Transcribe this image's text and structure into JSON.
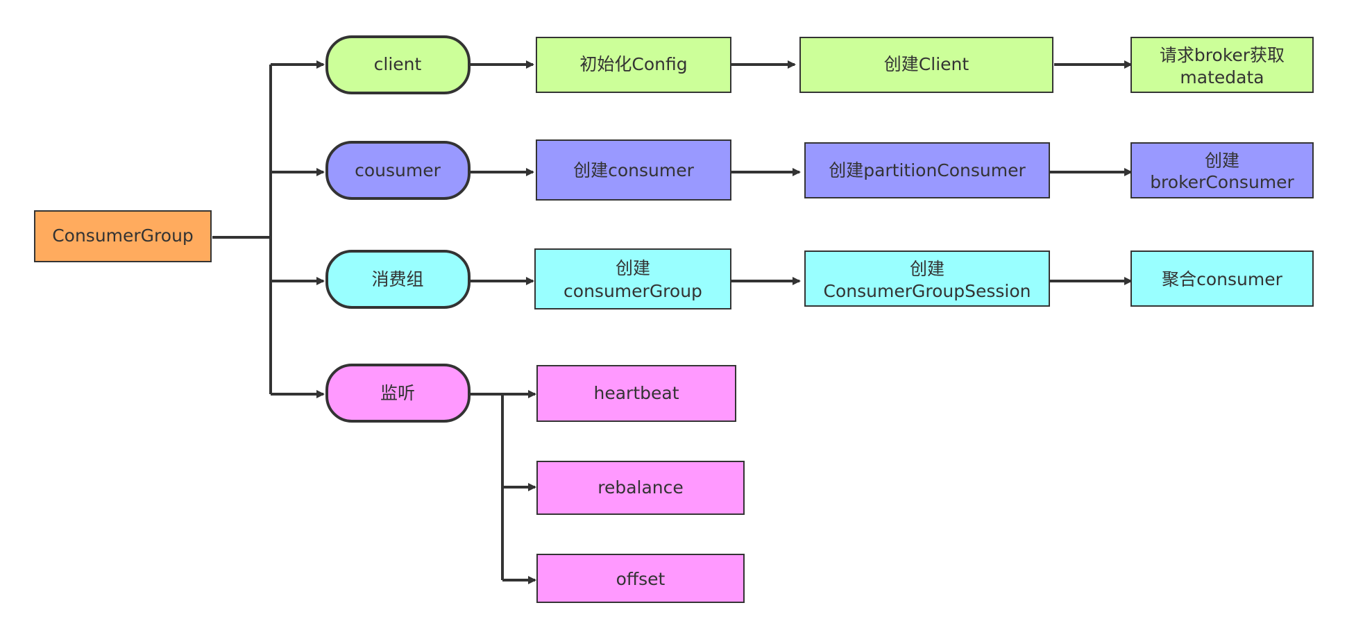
{
  "colors": {
    "root": "#ffab5e",
    "client": "#ccff99",
    "consumer": "#9999ff",
    "group": "#99ffff",
    "listen": "#ff99ff",
    "stroke": "#333333",
    "line": "#333333"
  },
  "nodes": {
    "root": "ConsumerGroup",
    "client": "client",
    "init_config": "初始化Config",
    "create_client": "创建Client",
    "request_metadata": [
      "请求broker获取",
      "matedata"
    ],
    "cousumer": "cousumer",
    "create_consumer": "创建consumer",
    "create_partition_consumer": "创建partitionConsumer",
    "create_broker_consumer": [
      "创建",
      "brokerConsumer"
    ],
    "consumer_group_branch": "消费组",
    "create_consumer_group": [
      "创建",
      "consumerGroup"
    ],
    "create_group_session": [
      "创建",
      "ConsumerGroupSession"
    ],
    "aggregate_consumer": "聚合consumer",
    "listen": "监听",
    "heartbeat": "heartbeat",
    "rebalance": "rebalance",
    "offset": "offset"
  }
}
